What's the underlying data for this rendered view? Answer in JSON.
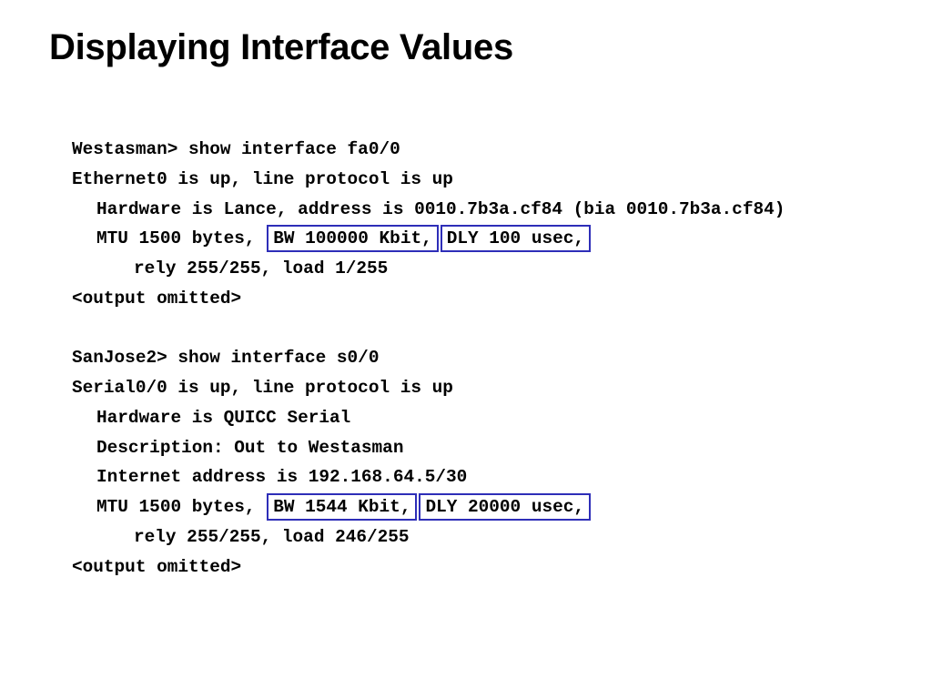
{
  "title": "Displaying Interface Values",
  "block1": {
    "command": "Westasman> show interface fa0/0",
    "status": "Ethernet0 is up, line protocol is up",
    "hardware": "Hardware is Lance, address is 0010.7b3a.cf84 (bia 0010.7b3a.cf84)",
    "mtu_prefix": "MTU 1500 bytes, ",
    "bw": "BW 100000 Kbit,",
    "dly": "DLY 100 usec,",
    "rely": "rely 255/255, load 1/255",
    "omitted": "<output omitted>"
  },
  "block2": {
    "command": "SanJose2> show interface s0/0",
    "status": "Serial0/0 is up, line protocol is up",
    "hardware": "Hardware is QUICC Serial",
    "description": "Description: Out to Westasman",
    "internet": "Internet address is 192.168.64.5/30",
    "mtu_prefix": "MTU 1500 bytes, ",
    "bw": "BW 1544 Kbit,",
    "dly": "DLY 20000 usec,",
    "rely": "rely 255/255, load 246/255",
    "omitted": "<output omitted>"
  },
  "colors": {
    "highlight_border": "#2e2eb8"
  }
}
